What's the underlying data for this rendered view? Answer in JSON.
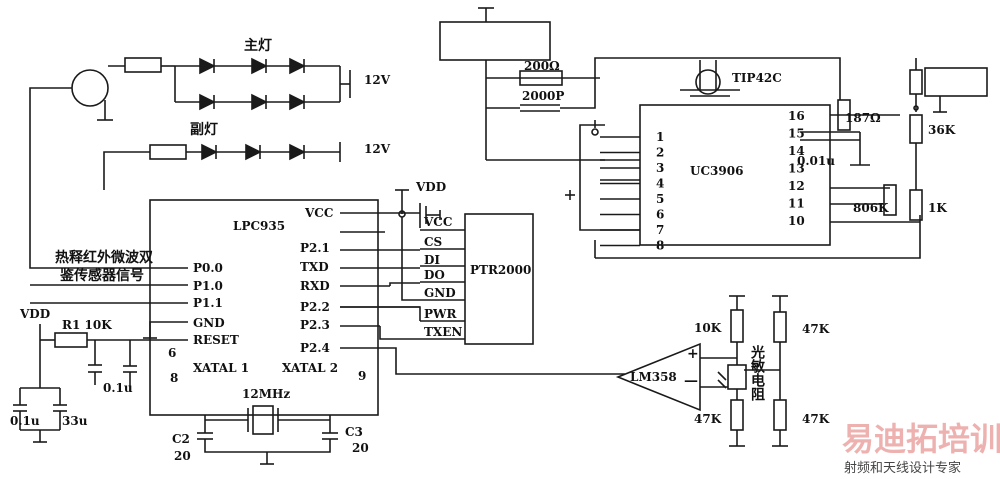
{
  "labels": {
    "main_lamp": "主灯",
    "sub_lamp": "副灯",
    "v12_top": "12V",
    "v12_mid": "12V",
    "vdd_left": "VDD",
    "vdd_top": "VDD",
    "r1": "R1 10K",
    "cap_01u_a": "0.1u",
    "cap_33u": "33u",
    "cap_01u_b": "0.1u",
    "crystal": "12MHz",
    "c2": "C2",
    "c2_val": "20",
    "c3": "C3",
    "c3_val": "20",
    "sensor_signal_1": "热释红外微波双",
    "sensor_signal_2": "鉴传感器信号",
    "r200": "200Ω",
    "c2000p": "2000P",
    "tip42c": "TIP42C",
    "r187": "187Ω",
    "r36k": "36K",
    "cap_001u": "0.01u",
    "r806k": "806K",
    "r1k": "1K",
    "r10k_right": "10K",
    "r47k_a": "47K",
    "r47k_b": "47K",
    "r47k_c": "47K",
    "photoresistor": "光敏电阻",
    "plus": "+",
    "minus": "—"
  },
  "lpc935": {
    "name": "LPC935",
    "vcc": "VCC",
    "p0_0": "P0.0",
    "p1_0": "P1.0",
    "p1_1": "P1.1",
    "gnd": "GND",
    "reset": "RESET",
    "p2_1": "P2.1",
    "txd": "TXD",
    "rxd": "RXD",
    "p2_2": "P2.2",
    "p2_3": "P2.3",
    "p2_4": "P2.4",
    "xatal1": "XATAL 1",
    "xatal2": "XATAL 2",
    "pin6": "6",
    "pin8": "8",
    "pin9": "9"
  },
  "ptr2000": {
    "name": "PTR2000",
    "vcc": "VCC",
    "cs": "CS",
    "di": "DI",
    "do": "DO",
    "gnd": "GND",
    "pwr": "PWR",
    "txen": "TXEN"
  },
  "uc3906": {
    "name": "UC3906",
    "left_pins": [
      "1",
      "2",
      "3",
      "4",
      "5",
      "6",
      "7",
      "8"
    ],
    "right_pins": [
      "16",
      "15",
      "14",
      "13",
      "12",
      "11",
      "10"
    ]
  },
  "lm358": {
    "name": "LM358"
  },
  "watermark": {
    "main": "易迪拓培训",
    "sub": "射频和天线设计专家"
  }
}
